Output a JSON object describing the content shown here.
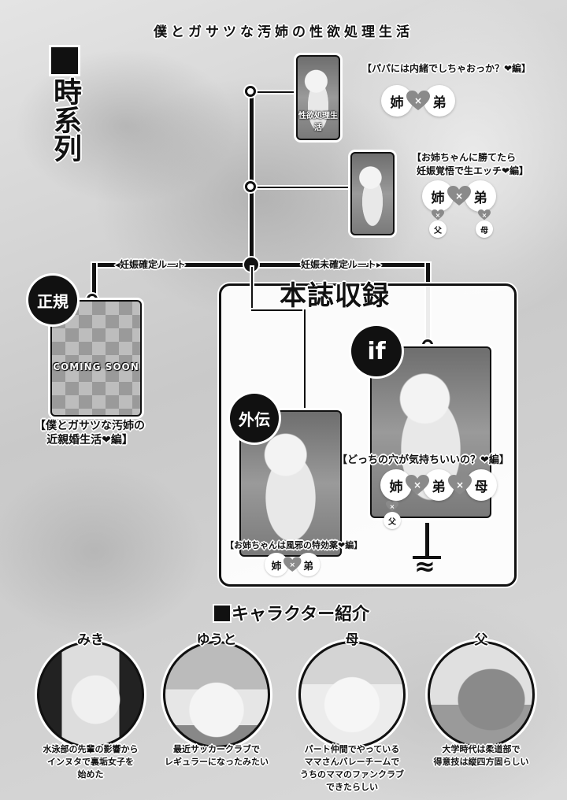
{
  "series_title": "僕とガサツな汚姉の性欲処理生活",
  "timeline": {
    "heading": "時系列",
    "routes": {
      "left": "◂妊娠確定ルート",
      "right": "妊娠未確定ルート▸"
    },
    "collection_label": "本誌収録",
    "arcs": [
      {
        "id": "arc1",
        "title": "【パパには内緒でしちゃおっか？❤編】",
        "cover_caption": "性欲処理生活",
        "pairing": {
          "left": "姉",
          "right": "弟",
          "joiner": "×"
        },
        "subpairs": []
      },
      {
        "id": "arc2",
        "title_lines": [
          "【お姉ちゃんに勝てたら",
          "妊娠覚悟で生エッチ❤編】"
        ],
        "pairing": {
          "left": "姉",
          "right": "弟",
          "joiner": "×"
        },
        "subpairs": [
          {
            "under": "姉",
            "label": "父"
          },
          {
            "under": "弟",
            "label": "母"
          }
        ]
      },
      {
        "id": "official",
        "badge": "正規",
        "cover_overlay": "COMING SOON",
        "title_lines": [
          "【僕とガサツな汚姉の",
          "近親婚生活❤編】"
        ]
      },
      {
        "id": "side",
        "badge": "外伝",
        "title": "【お姉ちゃんは風邪の特効薬❤編】",
        "pairing": {
          "left": "姉",
          "right": "弟",
          "joiner": "×"
        }
      },
      {
        "id": "if",
        "badge": "if",
        "title": "【どっちの穴が気持ちいいの？❤編】",
        "pairing3": [
          "姉",
          "弟",
          "母"
        ],
        "joiner": "×",
        "subpairs": [
          {
            "under": "姉",
            "label": "父"
          }
        ],
        "continuation": "≈"
      }
    ]
  },
  "characters": {
    "heading": "キャラクター紹介",
    "list": [
      {
        "name": "みき",
        "desc_lines": [
          "水泳部の先輩の影響から",
          "インヌタで裏垢女子を",
          "始めた"
        ]
      },
      {
        "name": "ゆうと",
        "desc_lines": [
          "最近サッカークラブで",
          "レギュラーになったみたい"
        ]
      },
      {
        "name": "母",
        "desc_lines": [
          "パート仲間でやっている",
          "ママさんバレーチームで",
          "うちのママのファンクラブ",
          "できたらしい"
        ]
      },
      {
        "name": "父",
        "desc_lines": [
          "大学時代は柔道部で",
          "得意技は縦四方固らしい"
        ]
      }
    ]
  },
  "colors": {
    "ink": "#111111",
    "heart": "#8a8a8a",
    "paper": "#ffffff"
  }
}
